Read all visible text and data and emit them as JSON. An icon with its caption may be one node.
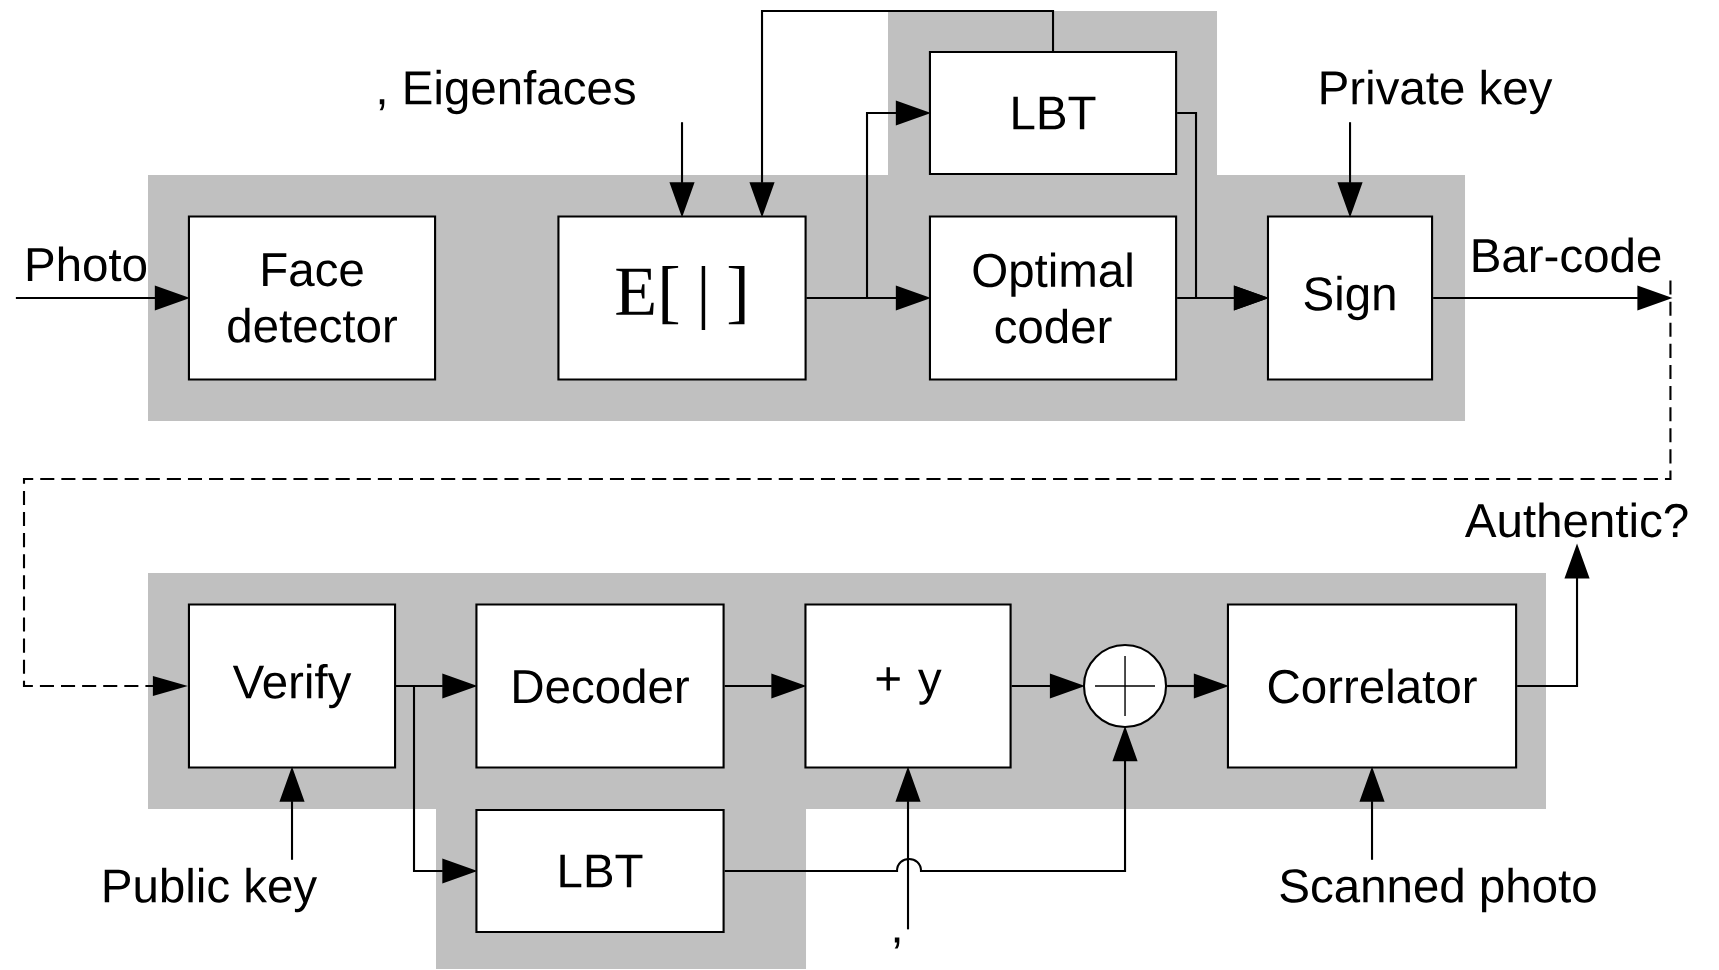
{
  "diagram": {
    "nodes": [
      {
        "text": [
          "Photo"
        ]
      },
      {
        "text": [
          ", Eigenfaces"
        ]
      },
      {
        "text": [
          "LBT"
        ]
      },
      {
        "text": [
          "Private key"
        ]
      },
      {
        "text": [
          "Face detector"
        ]
      },
      {
        "text": [
          "E[ | ]"
        ]
      },
      {
        "text": [
          "Optimal coder"
        ]
      },
      {
        "text": [
          "Sign"
        ]
      },
      {
        "text": [
          "Bar-code"
        ]
      },
      {
        "text": [
          "Authentic?"
        ]
      },
      {
        "text": [
          "Verify"
        ]
      },
      {
        "text": [
          "Decoder"
        ]
      },
      {
        "text": [
          "+ y"
        ]
      },
      {
        "text": [],
        "shape": "circle"
      },
      {
        "text": [
          "Correlator"
        ]
      },
      {
        "text": [
          "LBT"
        ]
      },
      {
        "text": [
          "Public key"
        ]
      },
      {
        "text": [
          ","
        ]
      },
      {
        "text": [
          "Scanned photo"
        ]
      }
    ],
    "edges": [
      {
        "from": 0,
        "to": 4,
        "arrow": "to"
      },
      {
        "from": 1,
        "to": 5,
        "arrow": "to"
      },
      {
        "from": 5,
        "to": 2,
        "arrow": "to"
      },
      {
        "from": 5,
        "to": 6,
        "arrow": "to"
      },
      {
        "from": 2,
        "to": 5,
        "arrow": "to"
      },
      {
        "from": 2,
        "to": 7,
        "arrow": "to"
      },
      {
        "from": 6,
        "to": 7,
        "arrow": "to"
      },
      {
        "from": 3,
        "to": 7,
        "arrow": "to"
      },
      {
        "from": 7,
        "to": 8,
        "arrow": "to"
      },
      {
        "from": 8,
        "to": 10,
        "arrow": "to",
        "style": "dashed"
      },
      {
        "from": 16,
        "to": 10,
        "arrow": "to"
      },
      {
        "from": 10,
        "to": 11,
        "arrow": "to"
      },
      {
        "from": 10,
        "to": 15,
        "arrow": "to"
      },
      {
        "from": 11,
        "to": 12,
        "arrow": "to"
      },
      {
        "from": 17,
        "to": 12,
        "arrow": "to"
      },
      {
        "from": 12,
        "to": 13,
        "arrow": "to"
      },
      {
        "from": 15,
        "to": 13,
        "arrow": "to"
      },
      {
        "from": 13,
        "to": 14,
        "arrow": "to"
      },
      {
        "from": 18,
        "to": 14,
        "arrow": "to"
      },
      {
        "from": 14,
        "to": 9,
        "arrow": "to"
      }
    ]
  }
}
